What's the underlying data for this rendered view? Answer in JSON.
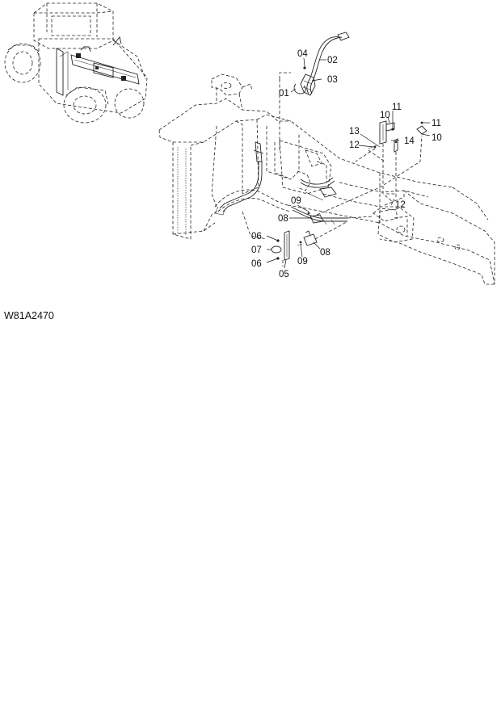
{
  "figure_code": "W81A2470",
  "callouts": [
    {
      "id": "c01",
      "text": "01"
    },
    {
      "id": "c02",
      "text": "02"
    },
    {
      "id": "c03",
      "text": "03"
    },
    {
      "id": "c04",
      "text": "04"
    },
    {
      "id": "c05",
      "text": "05"
    },
    {
      "id": "c06a",
      "text": "06"
    },
    {
      "id": "c06b",
      "text": "06"
    },
    {
      "id": "c07",
      "text": "07"
    },
    {
      "id": "c08a",
      "text": "08"
    },
    {
      "id": "c08b",
      "text": "08"
    },
    {
      "id": "c09a",
      "text": "09"
    },
    {
      "id": "c09b",
      "text": "09"
    },
    {
      "id": "c10a",
      "text": "10"
    },
    {
      "id": "c10b",
      "text": "10"
    },
    {
      "id": "c11a",
      "text": "11"
    },
    {
      "id": "c11b",
      "text": "11"
    },
    {
      "id": "c12a",
      "text": "12"
    },
    {
      "id": "c12b",
      "text": "12"
    },
    {
      "id": "c13",
      "text": "13"
    },
    {
      "id": "c14",
      "text": "14"
    }
  ]
}
